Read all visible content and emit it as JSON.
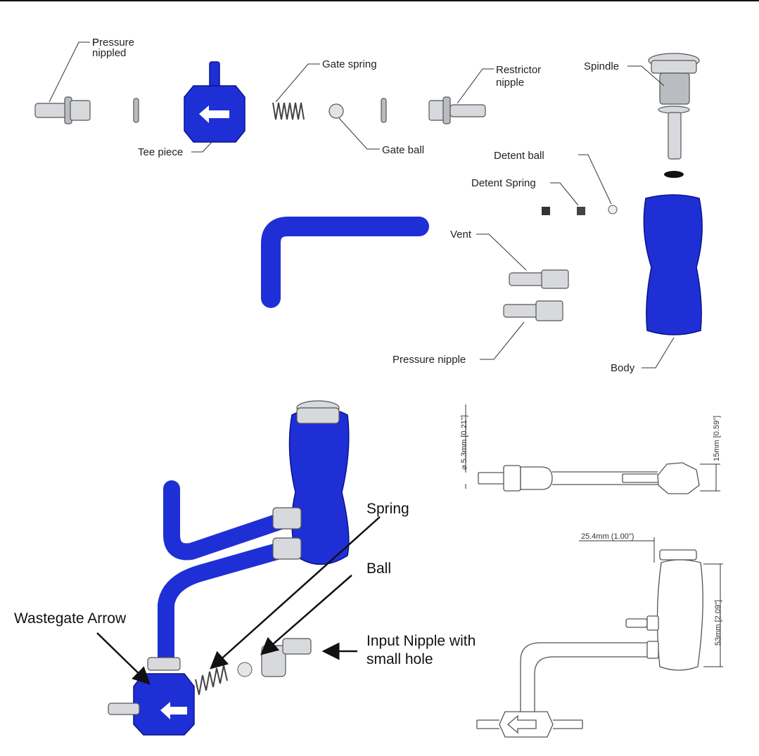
{
  "exploded_view": {
    "pressure_nippled": "Pressure\nnippled",
    "tee_piece": "Tee piece",
    "gate_spring": "Gate spring",
    "gate_ball": "Gate ball",
    "restrictor_nipple": "Restrictor\nnipple",
    "spindle": "Spindle",
    "detent_ball": "Detent ball",
    "detent_spring": "Detent Spring",
    "vent": "Vent",
    "pressure_nipple": "Pressure nipple",
    "body": "Body"
  },
  "assembly_view": {
    "spring": "Spring",
    "ball": "Ball",
    "wastegate_arrow": "Wastegate Arrow",
    "input_nipple": "Input Nipple with\nsmall hole"
  },
  "dimensions": {
    "diameter": "⌀ 5.3mm [0.21\"]",
    "height_small": "15mm [0.59\"]",
    "width": "25.4mm (1.00\")",
    "height_body": "53mm [2.09\"]"
  },
  "colors": {
    "part_blue": "#1f2fd6",
    "metal": "#d7d9dc"
  }
}
